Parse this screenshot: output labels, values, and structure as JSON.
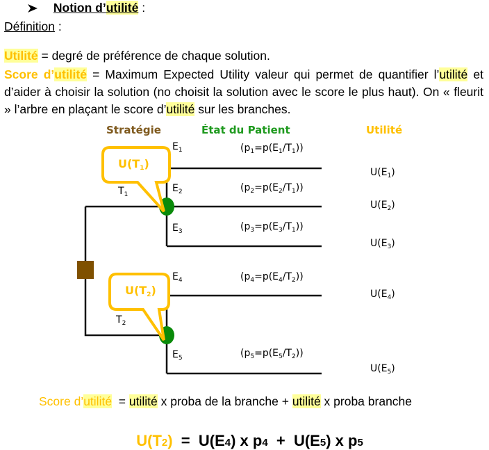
{
  "header": {
    "bullet_icon": "arrowhead-bullet",
    "notion_prefix": "Notion d’",
    "notion_word": "utilité",
    "notion_suffix": " :",
    "definition_label": "Définition",
    "definition_suffix": " :"
  },
  "definitions": {
    "utilite_term": "Utilité",
    "utilite_text": " = degré de préférence de chaque solution.",
    "score_term_prefix": "Score d’",
    "score_term_word": "utilité",
    "score_text_1": " = Maximum Expected Utility valeur qui permet de quantifier l’",
    "score_word_2": "utilité",
    "score_text_2": " et d’aider à choisir la solution (no choisit la solution avec le score le plus haut). On « fleurit » l’arbre en plaçant le score d’",
    "score_word_3": "utilité",
    "score_text_3": " sur les branches."
  },
  "diagram": {
    "headers": {
      "strategy": "Stratégie",
      "state": "État du Patient",
      "utility": "Utilité"
    },
    "colors": {
      "strategy": "#7f5a1e",
      "state": "#1f9a1f",
      "utility": "#ffc000",
      "decision_node": "#7f5000",
      "chance_node": "#0a8a0a",
      "callout": "#ffc000"
    },
    "strategies": [
      {
        "name": "T",
        "sub": "1"
      },
      {
        "name": "T",
        "sub": "2"
      }
    ],
    "outcomes": [
      {
        "state": "E",
        "sub": "1",
        "prob_label": "p",
        "prob_sub": "1",
        "cond_sub": "1",
        "utility": "U(E",
        "utility_sub": "1"
      },
      {
        "state": "E",
        "sub": "2",
        "prob_label": "p",
        "prob_sub": "2",
        "cond_sub": "1",
        "utility": "U(E",
        "utility_sub": "2"
      },
      {
        "state": "E",
        "sub": "3",
        "prob_label": "p",
        "prob_sub": "3",
        "cond_sub": "1",
        "utility": "U(E",
        "utility_sub": "3"
      },
      {
        "state": "E",
        "sub": "4",
        "prob_label": "p",
        "prob_sub": "4",
        "cond_sub": "2",
        "utility": "U(E",
        "utility_sub": "4"
      },
      {
        "state": "E",
        "sub": "5",
        "prob_label": "p",
        "prob_sub": "5",
        "cond_sub": "2",
        "utility": "U(E",
        "utility_sub": "5"
      }
    ],
    "callouts": [
      {
        "text": "U(T",
        "sub": "1",
        "close": ")"
      },
      {
        "text": "U(T",
        "sub": "2",
        "close": ")"
      }
    ]
  },
  "formula": {
    "score_prefix": "Score d’",
    "score_word": "utilité",
    "eq1": "  = ",
    "word1": "utilité",
    "mid": " x proba de la branche + ",
    "word2": "utilité",
    "end": " x proba branche",
    "main_lhs": "U(T",
    "main_lhs_sub": "2",
    "main_lhs_close": ")",
    "main_rhs_1": "  =  U(E",
    "main_rhs_1_sub": "4",
    "main_rhs_2": ") x p",
    "main_rhs_2_sub": "4",
    "main_rhs_3": "  +  U(E",
    "main_rhs_3_sub": "5",
    "main_rhs_4": ") x p",
    "main_rhs_4_sub": "5"
  }
}
